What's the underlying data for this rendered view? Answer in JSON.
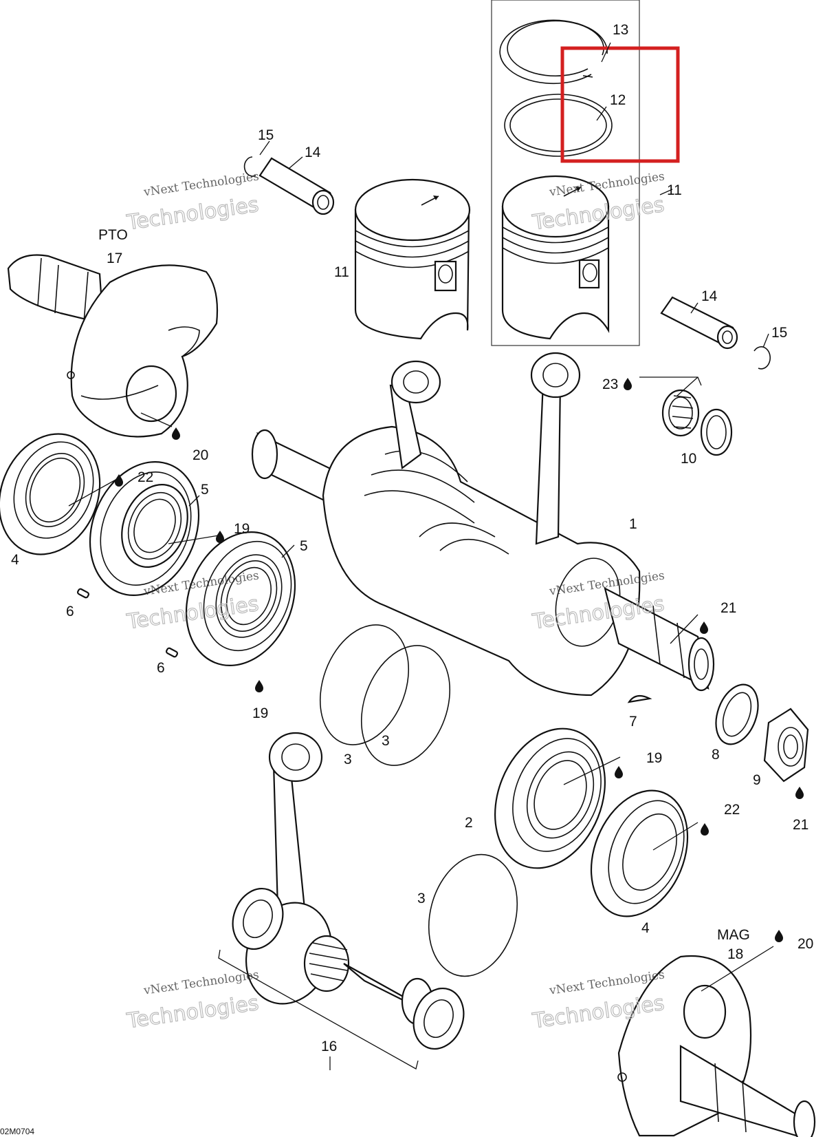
{
  "diagram": {
    "figure_code": "02M0704",
    "side_labels": {
      "pto": "PTO",
      "mag": "MAG"
    },
    "highlight_color": "#d42020",
    "callouts": [
      {
        "id": "c13",
        "text": "13"
      },
      {
        "id": "c12",
        "text": "12"
      },
      {
        "id": "c11a",
        "text": "11"
      },
      {
        "id": "c11b",
        "text": "11"
      },
      {
        "id": "c15a",
        "text": "15"
      },
      {
        "id": "c14a",
        "text": "14"
      },
      {
        "id": "c14b",
        "text": "14"
      },
      {
        "id": "c15b",
        "text": "15"
      },
      {
        "id": "c17",
        "text": "17"
      },
      {
        "id": "c23",
        "text": "23"
      },
      {
        "id": "c10",
        "text": "10"
      },
      {
        "id": "c20a",
        "text": "20"
      },
      {
        "id": "c22a",
        "text": "22"
      },
      {
        "id": "c5a",
        "text": "5"
      },
      {
        "id": "c19a",
        "text": "19"
      },
      {
        "id": "c5b",
        "text": "5"
      },
      {
        "id": "c1",
        "text": "1"
      },
      {
        "id": "c4a",
        "text": "4"
      },
      {
        "id": "c6a",
        "text": "6"
      },
      {
        "id": "c6b",
        "text": "6"
      },
      {
        "id": "c19b",
        "text": "19"
      },
      {
        "id": "c21a",
        "text": "21"
      },
      {
        "id": "c7",
        "text": "7"
      },
      {
        "id": "c8",
        "text": "8"
      },
      {
        "id": "c9",
        "text": "9"
      },
      {
        "id": "c21b",
        "text": "21"
      },
      {
        "id": "c3a",
        "text": "3"
      },
      {
        "id": "c3b",
        "text": "3"
      },
      {
        "id": "c19c",
        "text": "19"
      },
      {
        "id": "c2",
        "text": "2"
      },
      {
        "id": "c22b",
        "text": "22"
      },
      {
        "id": "c3c",
        "text": "3"
      },
      {
        "id": "c4b",
        "text": "4"
      },
      {
        "id": "c18",
        "text": "18"
      },
      {
        "id": "c20b",
        "text": "20"
      },
      {
        "id": "c16",
        "text": "16"
      }
    ],
    "watermarks": [
      {
        "line1": "vNext Technologies",
        "line2": "Technologies"
      },
      {
        "line1": "vNext Technologies",
        "line2": "Technologies"
      },
      {
        "line1": "vNext Technologies",
        "line2": "Technologies"
      },
      {
        "line1": "vNext Technologies",
        "line2": "Technologies"
      },
      {
        "line1": "vNext Technologies",
        "line2": "Technologies"
      },
      {
        "line1": "vNext Technologies",
        "line2": "Technologies"
      }
    ]
  }
}
